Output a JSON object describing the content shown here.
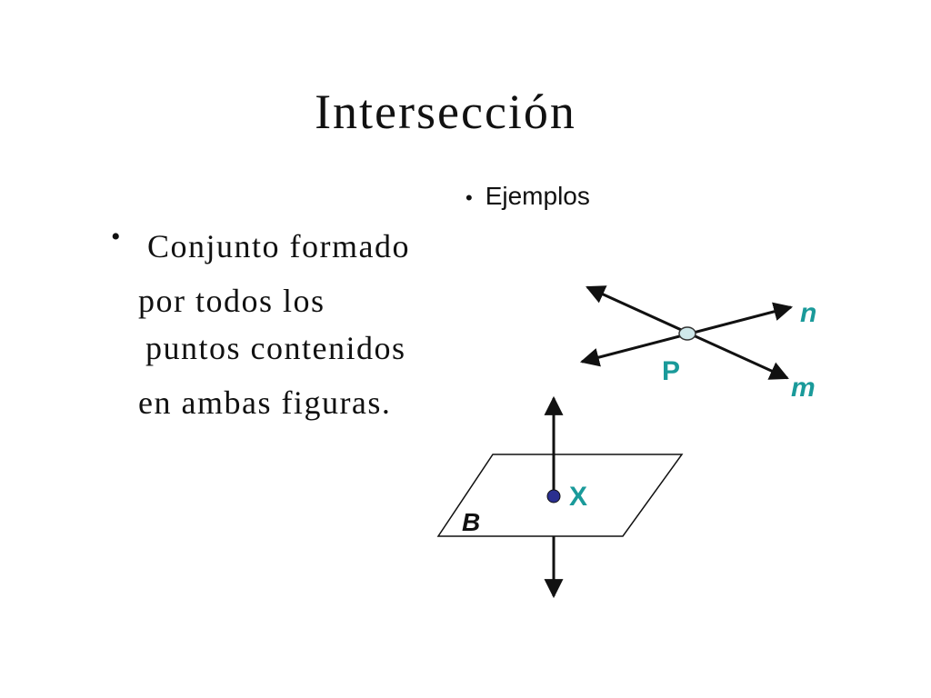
{
  "slide": {
    "title": "Intersección",
    "definition": {
      "bullet": "•",
      "lines": [
        "Conjunto formado",
        "por todos los",
        "puntos contenidos",
        "en ambas figuras."
      ]
    },
    "examples_heading": "Ejemplos",
    "examples_bullet": "•"
  },
  "diagram_lines": {
    "label_n": "n",
    "label_m": "m",
    "label_point": "P",
    "point_color": "#cfe8ea",
    "label_color": "#1a9a9a"
  },
  "diagram_plane": {
    "label_plane": "B",
    "label_point": "X",
    "point_color": "#2a2f8f",
    "label_color": "#1a9a9a"
  }
}
